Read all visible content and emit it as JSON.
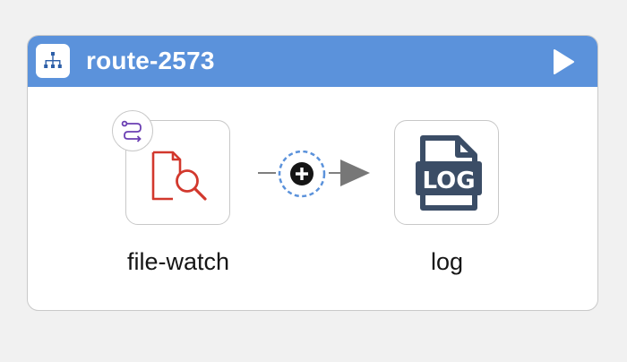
{
  "route": {
    "title": "route-2573",
    "header_color": "#5b92db",
    "header_icon": "route-icon",
    "play_icon": "play-icon"
  },
  "steps": [
    {
      "label": "file-watch",
      "icon": "file-search-icon",
      "icon_color": "#d2382d",
      "badge_icon": "source-route-icon",
      "badge_color": "#6b3fb3"
    },
    {
      "label": "log",
      "icon": "log-file-icon",
      "icon_color": "#3b4d66",
      "icon_text": "LOG"
    }
  ],
  "add_step": {
    "icon": "add-icon",
    "ring_color": "#5b92db"
  }
}
